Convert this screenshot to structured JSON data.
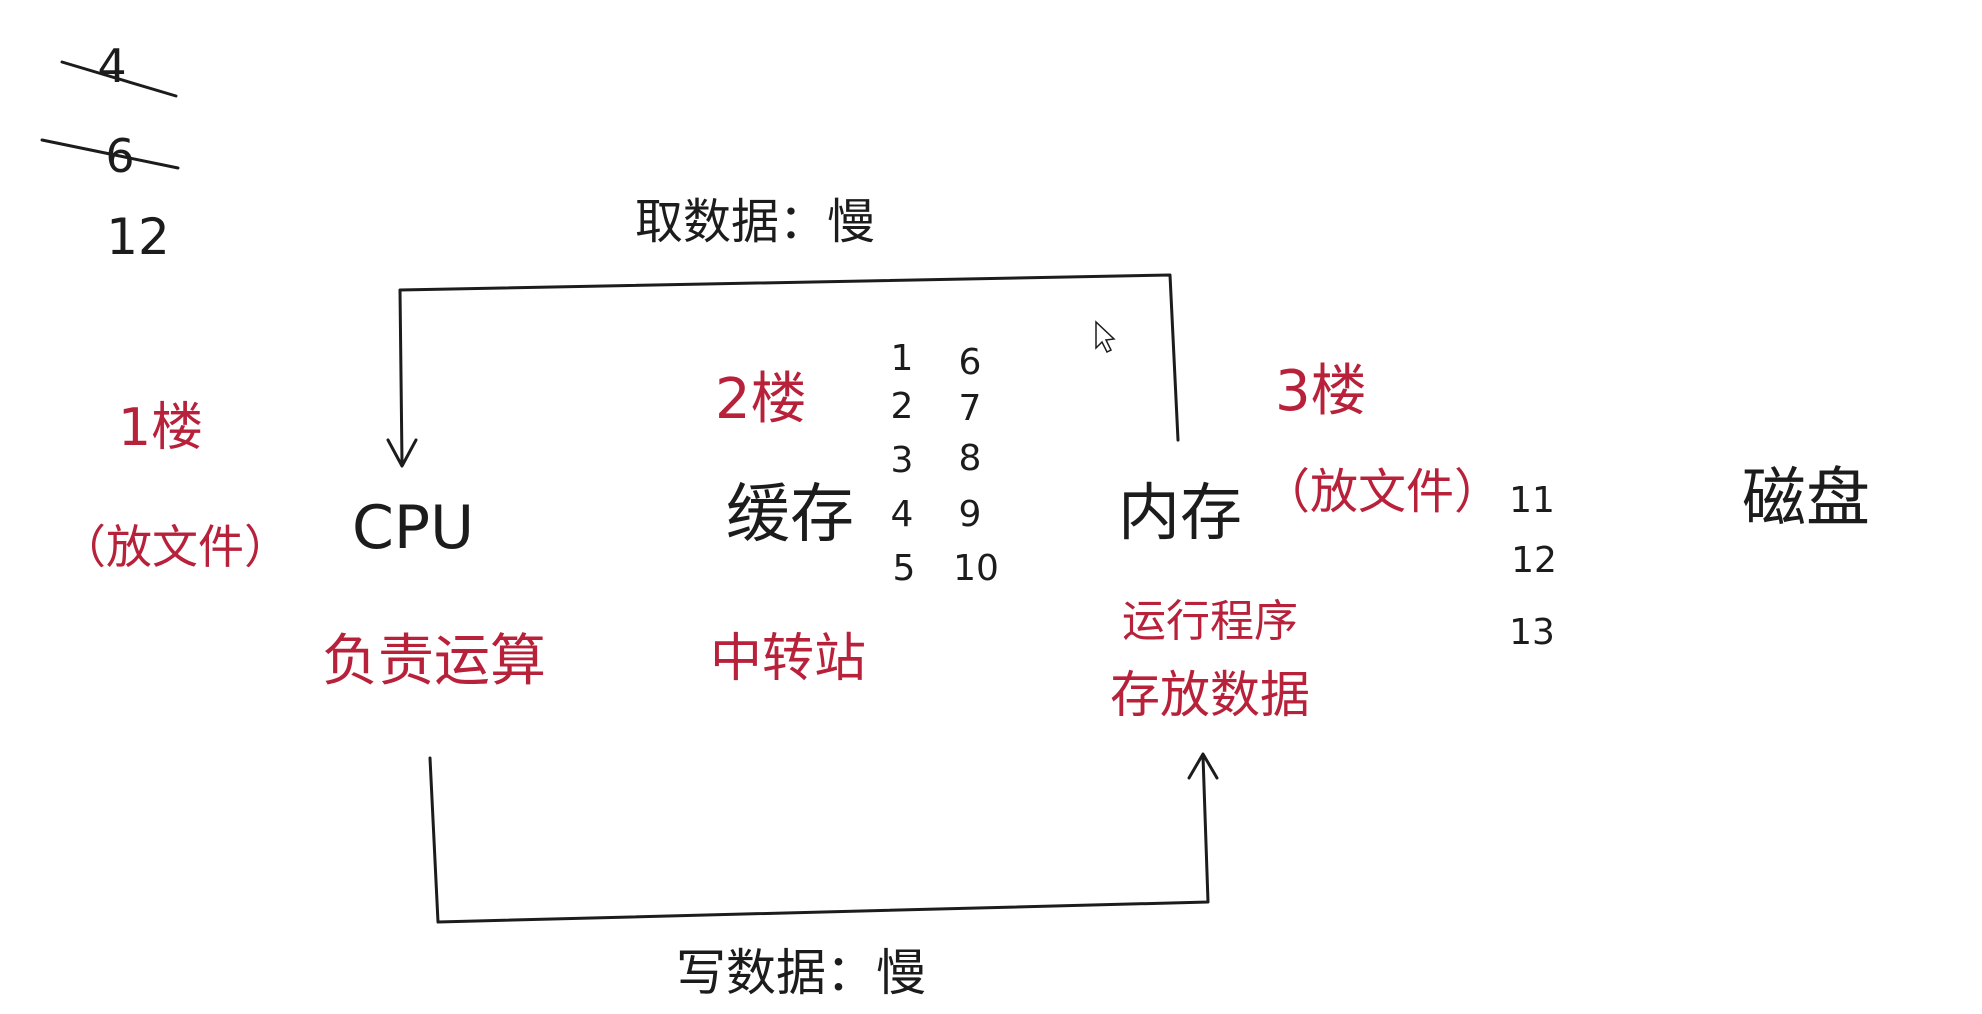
{
  "colors": {
    "ink": "#1c1c1c",
    "accent": "#b8213a",
    "background": "#ffffff"
  },
  "corner_numbers": {
    "first": "4",
    "second": "6",
    "third": "12"
  },
  "arrows": {
    "top_label": "取数据：慢",
    "bottom_label": "写数据：慢"
  },
  "nodes": {
    "cpu": {
      "floor": "1楼",
      "name": "CPU",
      "note": "（放文件）",
      "role": "负责运算"
    },
    "cache": {
      "floor": "2楼",
      "name": "缓存",
      "role": "中转站"
    },
    "memory": {
      "floor": "3楼",
      "name": "内存",
      "note": "（放文件）",
      "role_line1": "运行程序",
      "role_line2": "存放数据"
    },
    "disk": {
      "name": "磁盘"
    }
  },
  "cache_numbers": {
    "left": [
      "1",
      "2",
      "3",
      "4",
      "5"
    ],
    "right": [
      "6",
      "7",
      "8",
      "9",
      "10"
    ]
  },
  "memory_numbers": [
    "11",
    "12",
    "13"
  ]
}
